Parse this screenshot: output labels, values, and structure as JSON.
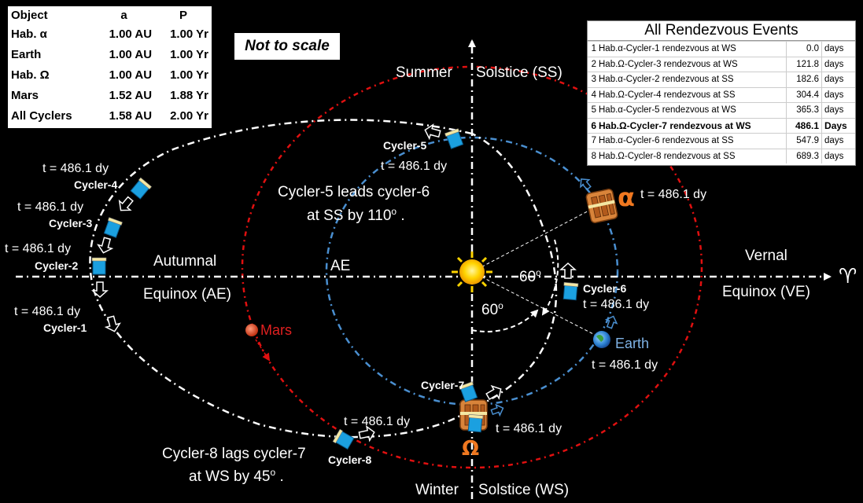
{
  "object_table": {
    "headers": [
      "Object",
      "a",
      "P"
    ],
    "rows": [
      [
        "Hab. α",
        "1.00 AU",
        "1.00 Yr"
      ],
      [
        "Earth",
        "1.00 AU",
        "1.00 Yr"
      ],
      [
        "Hab. Ω",
        "1.00 AU",
        "1.00 Yr"
      ],
      [
        "Mars",
        "1.52 AU",
        "1.88 Yr"
      ],
      [
        "All Cyclers",
        "1.58 AU",
        "2.00 Yr"
      ]
    ]
  },
  "note": "Not to scale",
  "events": {
    "title": "All Rendezvous Events",
    "highlight_index": 6,
    "rows": [
      {
        "n": "1",
        "text": "Hab.α-Cycler-1 rendezvous at WS",
        "value": "0.0",
        "unit": "days"
      },
      {
        "n": "2",
        "text": "Hab.Ω-Cycler-3 rendezvous at WS",
        "value": "121.8",
        "unit": "days"
      },
      {
        "n": "3",
        "text": "Hab.α-Cycler-2 rendezvous at SS",
        "value": "182.6",
        "unit": "days"
      },
      {
        "n": "4",
        "text": "Hab.Ω-Cycler-4 rendezvous at SS",
        "value": "304.4",
        "unit": "days"
      },
      {
        "n": "5",
        "text": "Hab.α-Cycler-5 rendezvous at WS",
        "value": "365.3",
        "unit": "days"
      },
      {
        "n": "6",
        "text": "Hab.Ω-Cycler-7 rendezvous at WS",
        "value": "486.1",
        "unit": "Days"
      },
      {
        "n": "7",
        "text": "Hab.α-Cycler-6 rendezvous at SS",
        "value": "547.9",
        "unit": "days"
      },
      {
        "n": "8",
        "text": "Hab.Ω-Cycler-8 rendezvous at SS",
        "value": "689.3",
        "unit": "days"
      }
    ]
  },
  "labels": {
    "summer_solstice_a": "Summer",
    "summer_solstice_b": "Solstice (SS)",
    "winter_solstice_a": "Winter",
    "winter_solstice_b": "Solstice (WS)",
    "autumnal_a": "Autumnal",
    "autumnal_b": "Equinox (AE)",
    "ae_short": "AE",
    "vernal_a": "Vernal",
    "vernal_b": "Equinox (VE)",
    "aries_symbol": "♈",
    "angle_60_right": "60o",
    "angle_60_left": "60o",
    "mars": "Mars",
    "earth": "Earth",
    "alpha": "α",
    "omega": "Ω",
    "lead_note_a": "Cycler-5 leads cycler-6",
    "lead_note_b": "at SS by 110o .",
    "lag_note_a": "Cycler-8 lags cycler-7",
    "lag_note_b": "at WS by 45o .",
    "cycler_1": "Cycler-1",
    "cycler_2": "Cycler-2",
    "cycler_3": "Cycler-3",
    "cycler_4": "Cycler-4",
    "cycler_5": "Cycler-5",
    "cycler_6": "Cycler-6",
    "cycler_7": "Cycler-7",
    "cycler_8": "Cycler-8",
    "t_label": "t = 486.1 dy"
  },
  "colors": {
    "mars_orbit": "#e01010",
    "earth_orbit": "#4a8fd0",
    "cycler_orbit": "#ffffff",
    "alpha_symbol": "#f07820",
    "omega_symbol": "#f07820",
    "earth_text": "#7fb3e6",
    "mars_text": "#e02020",
    "cycler_body": "#1ba0e0",
    "sun": "#ffd400"
  },
  "icons": {
    "sun": "sun-icon",
    "earth": "earth-icon",
    "mars": "mars-icon",
    "habitat": "habitat-icon",
    "cycler": "cycler-spacecraft-icon"
  }
}
